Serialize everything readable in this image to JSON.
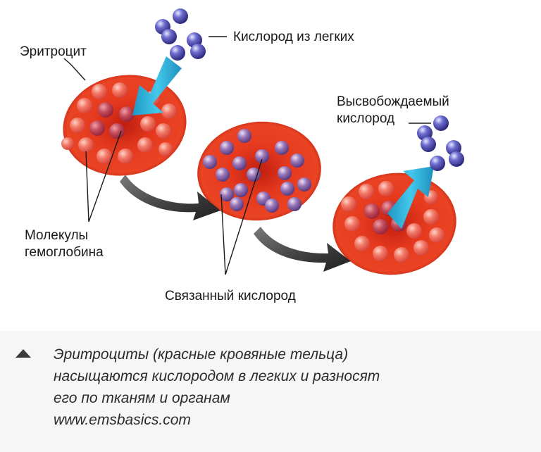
{
  "labels": {
    "erythrocyte": "Эритроцит",
    "oxygen_from_lungs": "Кислород из легких",
    "hemoglobin_line1": "Молекулы",
    "hemoglobin_line2": "гемоглобина",
    "released_line1": "Высвобождаемый",
    "released_line2": "кислород",
    "bound_oxygen": "Связанный кислород"
  },
  "caption": {
    "lines": [
      "Эритроциты (красные кровяные тельца)",
      "насыщаются кислородом в легких и разносят",
      "его по тканям и органам",
      "www.emsbasics.com"
    ]
  },
  "colors": {
    "cell": "#e0361c",
    "cell_dark": "#b82010",
    "hemoglobin": "#f07a6a",
    "oxygen": "#4a48a8",
    "bound_oxygen": "#8a6aa8",
    "inflow_arrow": "#2cb4dc",
    "flow_arrow": "#444444"
  }
}
